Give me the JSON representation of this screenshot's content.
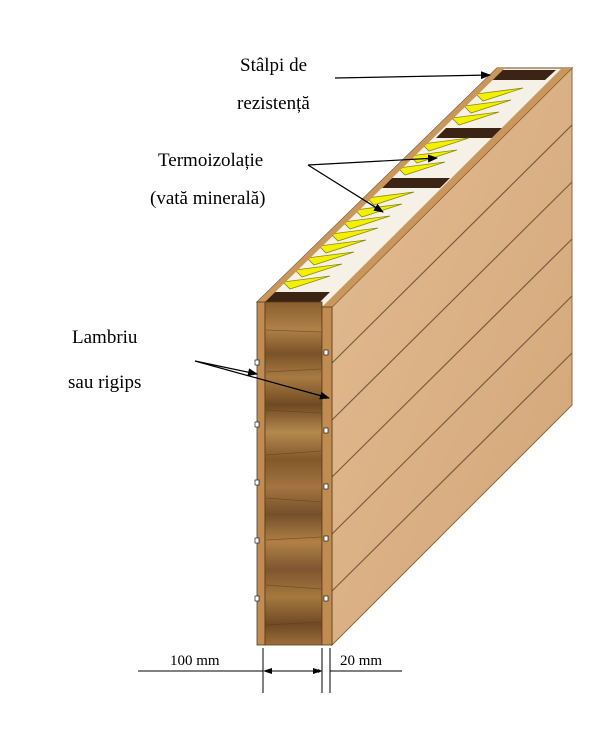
{
  "labels": {
    "studs_line1": "Stâlpi de",
    "studs_line2": "rezistență",
    "insulation_line1": "Termoizolație",
    "insulation_line2": "(vată minerală)",
    "cladding_line1": "Lambriu",
    "cladding_line2": "sau rigips",
    "dim_core": "100 mm",
    "dim_board": "20 mm"
  },
  "colors": {
    "wood_face": "#dcb48a",
    "wood_grain_dark": "#6b4a22",
    "wood_grain_light": "#a87c45",
    "stud": "#3b2414",
    "insulation": "#f3f000",
    "top_board": "#c9965c"
  }
}
